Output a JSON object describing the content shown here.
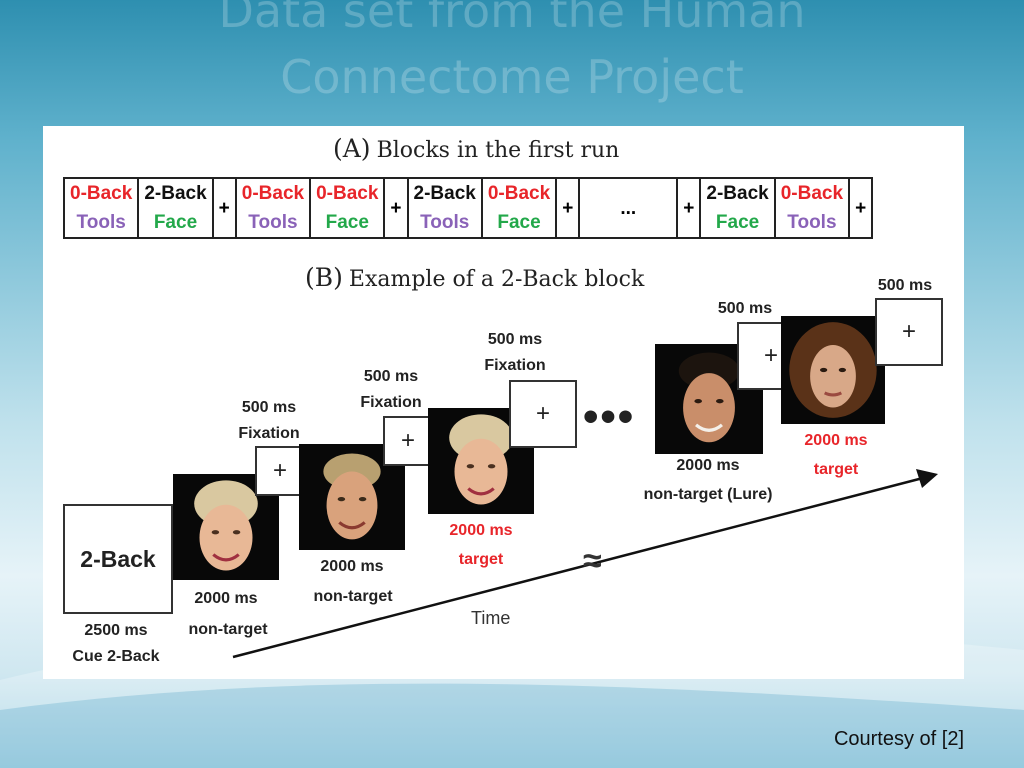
{
  "slide": {
    "title_line1": "Data set from the Human",
    "title_line2": "Connectome Project",
    "courtesy": "Courtesy of [2]"
  },
  "panel_a": {
    "letter": "(A)",
    "caption": "Blocks in the first run",
    "blocks": [
      {
        "top": "0-Back",
        "bottom": "Tools",
        "top_color": "#e8252a",
        "bottom_color": "#8a62b8"
      },
      {
        "top": "2-Back",
        "bottom": "Face",
        "top_color": "#111111",
        "bottom_color": "#23a84a"
      },
      {
        "top": "+"
      },
      {
        "top": "0-Back",
        "bottom": "Tools",
        "top_color": "#e8252a",
        "bottom_color": "#8a62b8"
      },
      {
        "top": "0-Back",
        "bottom": "Face",
        "top_color": "#e8252a",
        "bottom_color": "#23a84a"
      },
      {
        "top": "+"
      },
      {
        "top": "2-Back",
        "bottom": "Tools",
        "top_color": "#111111",
        "bottom_color": "#8a62b8"
      },
      {
        "top": "0-Back",
        "bottom": "Face",
        "top_color": "#e8252a",
        "bottom_color": "#23a84a"
      },
      {
        "top": "+"
      },
      {
        "top": "..."
      },
      {
        "top": "+"
      },
      {
        "top": "2-Back",
        "bottom": "Face",
        "top_color": "#111111",
        "bottom_color": "#23a84a"
      },
      {
        "top": "0-Back",
        "bottom": "Tools",
        "top_color": "#e8252a",
        "bottom_color": "#8a62b8"
      },
      {
        "top": "+"
      }
    ]
  },
  "panel_b": {
    "letter": "(B)",
    "caption": "Example of a 2-Back block",
    "cue_text": "2-Back",
    "cue_duration": "2500 ms",
    "cue_label": "Cue 2-Back",
    "fixation_symbol": "+",
    "fix1_duration": "500 ms",
    "fix1_label": "Fixation",
    "fix2_duration": "500 ms",
    "fix2_label": "Fixation",
    "fix3_duration": "500 ms",
    "fix3_label": "Fixation",
    "fix4_duration": "500 ms",
    "fix5_duration": "500 ms",
    "face1_duration": "2000 ms",
    "face1_label": "non-target",
    "face2_duration": "2000 ms",
    "face2_label": "non-target",
    "face3_duration": "2000 ms",
    "face3_label": "target",
    "face4_duration": "2000 ms",
    "face4_label": "non-target (Lure)",
    "face5_duration": "2000 ms",
    "face5_label": "target",
    "ellipsis": "•••",
    "approx": "≈",
    "time_label": "Time",
    "target_color": "#e8252a"
  }
}
